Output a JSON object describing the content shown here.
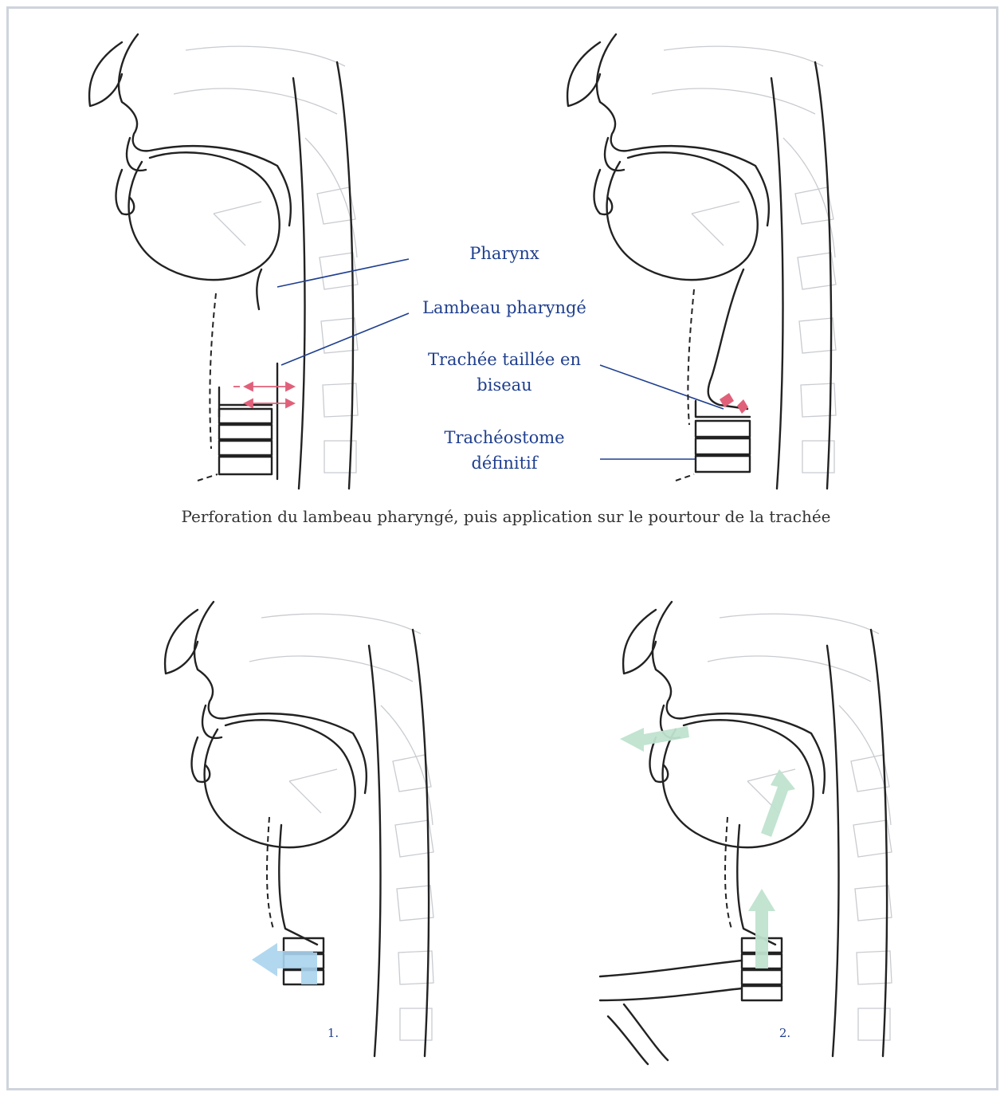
{
  "labels": {
    "pharynx": "Pharynx",
    "lambeau": "Lambeau pharyngé",
    "trachee_line1": "Trachée taillée en",
    "trachee_line2": "biseau",
    "tracheostome_line1": "Trachéostome",
    "tracheostome_line2": "définitif"
  },
  "caption": "Perforation du lambeau pharyngé, puis application sur le pourtour de la trachée",
  "panel_numbers": [
    "1.",
    "2."
  ],
  "colors": {
    "label_text": "#1f3f8f",
    "red_arrow": "#e0607a",
    "blue_arrow": "#a9d4ee",
    "green_arrow": "#bfe3cf",
    "frame": "#cfd4dc"
  }
}
